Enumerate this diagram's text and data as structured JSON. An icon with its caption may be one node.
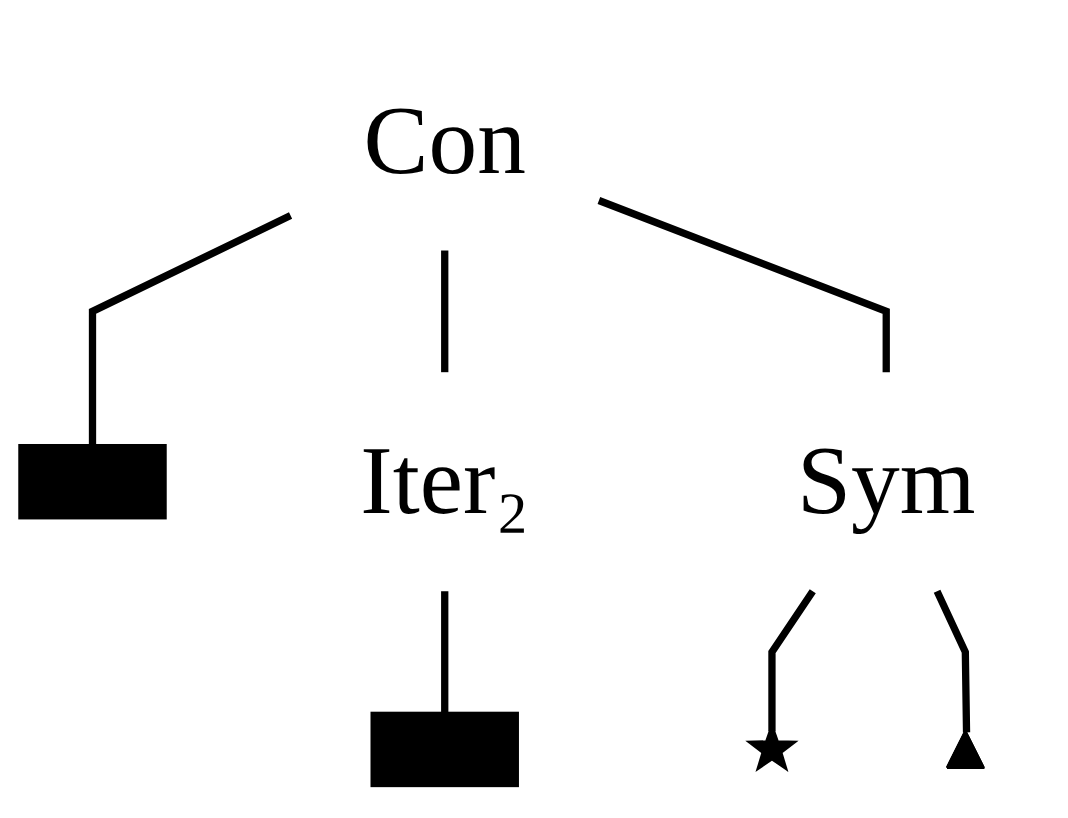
{
  "diagram": {
    "nodes": [
      {
        "text": [
          "Con"
        ]
      },
      {
        "text": [],
        "shape": "square"
      },
      {
        "text": [
          "Iter₂"
        ]
      },
      {
        "text": [
          "Sym"
        ]
      },
      {
        "text": [],
        "shape": "square"
      },
      {
        "text": [],
        "shape": "star"
      },
      {
        "text": [],
        "shape": "triangle"
      }
    ],
    "edges": [
      {
        "from": 0,
        "to": 1,
        "arrow": "none"
      },
      {
        "from": 0,
        "to": 2,
        "arrow": "none"
      },
      {
        "from": 0,
        "to": 3,
        "arrow": "none"
      },
      {
        "from": 2,
        "to": 4,
        "arrow": "none"
      },
      {
        "from": 3,
        "to": 5,
        "arrow": "none"
      },
      {
        "from": 3,
        "to": 6,
        "arrow": "none"
      }
    ]
  }
}
